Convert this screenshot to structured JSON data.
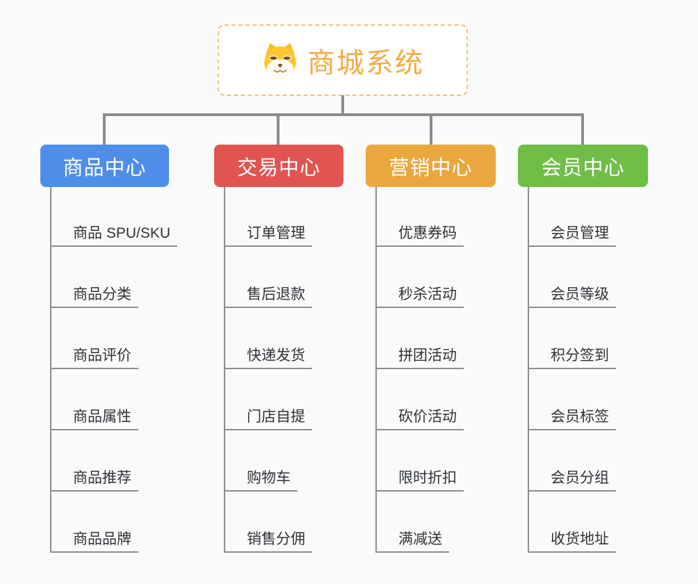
{
  "root": {
    "title": "商城系统",
    "icon": "dog-face-icon",
    "title_color": "#f2ac44",
    "border_color": "#f2c27e"
  },
  "connector_color": "#8c8c8c",
  "branches": [
    {
      "label": "商品中心",
      "color": "#4e8ee9",
      "items": [
        "商品 SPU/SKU",
        "商品分类",
        "商品评价",
        "商品属性",
        "商品推荐",
        "商品品牌"
      ]
    },
    {
      "label": "交易中心",
      "color": "#e15452",
      "items": [
        "订单管理",
        "售后退款",
        "快递发货",
        "门店自提",
        "购物车",
        "销售分佣"
      ]
    },
    {
      "label": "营销中心",
      "color": "#eaa73e",
      "items": [
        "优惠券码",
        "秒杀活动",
        "拼团活动",
        "砍价活动",
        "限时折扣",
        "满减送"
      ]
    },
    {
      "label": "会员中心",
      "color": "#70be48",
      "items": [
        "会员管理",
        "会员等级",
        "积分签到",
        "会员标签",
        "会员分组",
        "收货地址"
      ]
    }
  ]
}
